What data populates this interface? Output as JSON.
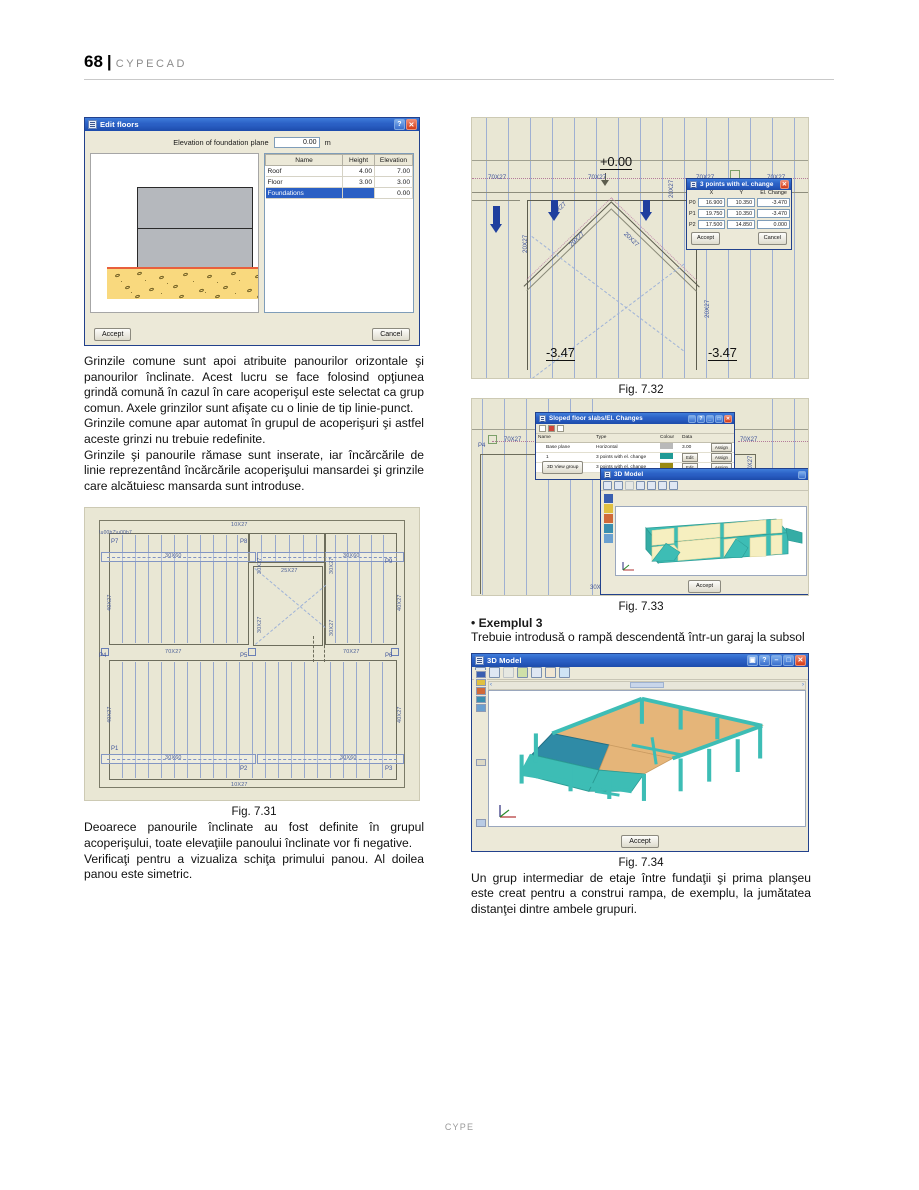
{
  "header": {
    "page_number": "68",
    "separator": "|",
    "brand": "CYPECAD"
  },
  "footer": {
    "text": "CYPE"
  },
  "left_column": {
    "fig_edit_floors": {
      "title": "Edit floors",
      "help_btn": "?",
      "close_btn": "✕",
      "elevation_label": "Elevation of foundation plane",
      "elevation_value": "0.00",
      "elevation_unit": "m",
      "table": {
        "headers": [
          "Name",
          "Height",
          "Elevation"
        ],
        "rows": [
          {
            "name": "Roof",
            "height": "4.00",
            "elevation": "7.00",
            "selected": false
          },
          {
            "name": "Floor",
            "height": "3.00",
            "elevation": "3.00",
            "selected": false
          },
          {
            "name": "Foundations",
            "height": "",
            "elevation": "0.00",
            "selected": true
          }
        ]
      },
      "accept_label": "Accept",
      "cancel_label": "Cancel"
    },
    "paragraphs": [
      "Grinzile comune sunt apoi atribuite panourilor orizontale şi panourilor înclinate. Acest lucru se face folosind opţiunea grindă comună în cazul în care acoperişul este selectat ca grup comun. Axele grinzilor sunt afişate cu o linie de tip linie-punct.",
      "Grinzile comune apar automat în grupul de acoperişuri şi astfel aceste grinzi nu trebuie redefinite.",
      "Grinzile şi panourile rămase sunt inserate, iar încărcările de linie reprezentând încărcările acoperişului mansardei şi grinzile care alcătuiesc mansarda sunt introduse."
    ],
    "fig731": {
      "caption": "Fig. 7.31",
      "labels": {
        "top_dim": "10X27",
        "bottom_dim": "10X27",
        "left_dim": "40X27",
        "right_dim": "40X27",
        "beam_top_left": "30X60",
        "beam_top_right": "30X60",
        "beam_bottom_left": "30X60",
        "beam_bottom_right": "30X60",
        "mid_dim_left": "70X27",
        "mid_dim_right": "70X27",
        "stair_dim": "25X27",
        "vert_30x27": "30X27",
        "columns": [
          "P7",
          "P8",
          "P9",
          "P4",
          "P5",
          "P6",
          "P1",
          "P2",
          "P3"
        ]
      }
    },
    "paragraphs_after": [
      "Deoarece panourile înclinate au fost definite în grupul acoperişului, toate elevaţiile panoului înclinate vor fi negative.",
      "Verificaţi pentru a vizualiza schiţa primului panou. Al doilea panou este simetric."
    ]
  },
  "right_column": {
    "fig732": {
      "caption": "Fig. 7.32",
      "elevation_top": "+0.00",
      "elevation_left": "-3.47",
      "elevation_right": "-3.47",
      "beam_labels": [
        "70X27",
        "70X27",
        "70X27",
        "70X27",
        "20X27",
        "20X27",
        "20X27",
        "20X27",
        "20X27",
        "20X27"
      ],
      "dialog": {
        "title": "3 points with el. change",
        "close_btn": "✕",
        "headers": [
          "X",
          "Y",
          "El. Change"
        ],
        "rows": [
          {
            "id": "P0",
            "x": "16.900",
            "y": "10.350",
            "el_change": "-3.470"
          },
          {
            "id": "P1",
            "x": "19.750",
            "y": "10.350",
            "el_change": "-3.470"
          },
          {
            "id": "P2",
            "x": "17.500",
            "y": "14.850",
            "el_change": "0.000"
          }
        ],
        "accept_label": "Accept",
        "cancel_label": "Cancel"
      }
    },
    "fig733": {
      "caption": "Fig. 7.33",
      "beam_labels": [
        "70X27",
        "70X27",
        "30X60"
      ],
      "sloped_dialog": {
        "title": "Sloped floor slabs/El. Changes",
        "headers": [
          "Name",
          "Type",
          "Colour",
          "Data"
        ],
        "rows": [
          {
            "name": "Base plane",
            "type": "Horizontal",
            "colour": "#b9b9b9",
            "data": "3.00",
            "edit_label": "",
            "assign_label": "Assign"
          },
          {
            "name": "1",
            "type": "3 points with el. change",
            "colour": "#1f9a96",
            "data": "",
            "edit_label": "Edit",
            "assign_label": "Assign"
          },
          {
            "name": "2",
            "type": "3 points with el. change",
            "colour": "#9a8a12",
            "data": "",
            "edit_label": "Edit",
            "assign_label": "Assign"
          }
        ],
        "group_btn": "3D View group"
      },
      "model_dialog": {
        "title": "3D Model",
        "accept_label": "Accept"
      }
    },
    "example_heading": "• Exemplul 3",
    "example_text": "Trebuie introdusă o rampă descendentă într-un garaj la subsol",
    "fig734": {
      "caption": "Fig. 7.34",
      "dialog": {
        "title": "3D Model",
        "accept_label": "Accept",
        "help_btn": "?",
        "minimize_btn": "–",
        "maximize_btn": "□",
        "close_btn": "✕"
      }
    },
    "final_paragraph": "Un grup intermediar de etaje între fundaţii şi prima planşeu este creat pentru a construi rampa, de exemplu, la jumătatea distanţei dintre ambele grupuri."
  },
  "colors": {
    "title_blue": "#2a5fc4",
    "dialog_face": "#ece9d8",
    "drawing_bg": "#e9e7d4",
    "beam_blue": "#3e539a",
    "arrow_blue": "#1f3f9e",
    "slab_teal": "#3dbdb5",
    "slab_tan": "#e5b579",
    "slab_cream": "#f6efc0",
    "soil_yellow": "#f9d97e",
    "concrete_grey": "#b5b8bd"
  }
}
